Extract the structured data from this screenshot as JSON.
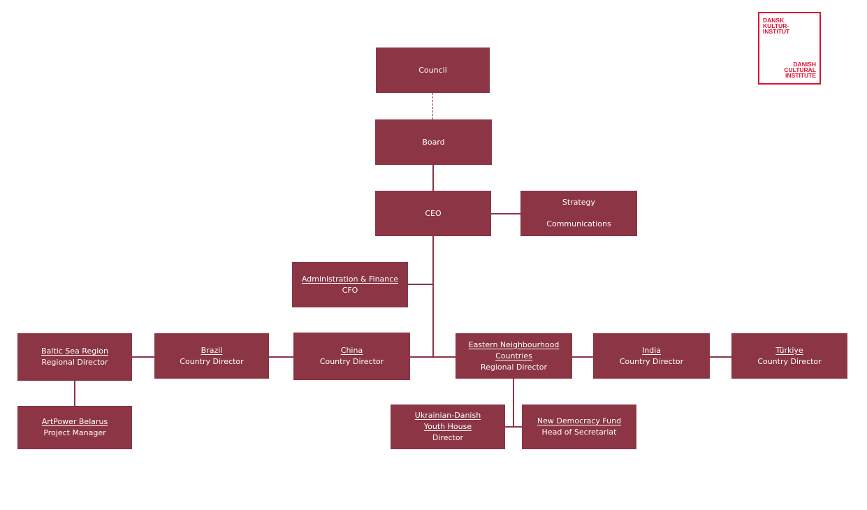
{
  "colors": {
    "box": "#8b3545",
    "line": "#8b3545",
    "logo": "#e0102e",
    "background": "#ffffff"
  },
  "logo": {
    "top_lines": [
      "DANSK",
      "KULTUR-",
      "INSTITUT"
    ],
    "bottom_lines": [
      "DANISH",
      "CULTURAL",
      "INSTITUTE"
    ]
  },
  "council": {
    "label": "Council"
  },
  "board": {
    "label": "Board"
  },
  "ceo": {
    "label": "CEO"
  },
  "strategy": {
    "line1": "Strategy",
    "line2": "Communications"
  },
  "admin": {
    "link": "Administration & Finance ",
    "role": "CFO"
  },
  "baltic": {
    "link": "Baltic Sea Region",
    "role": "Regional Director"
  },
  "brazil": {
    "link": "Brazil",
    "role": "Country Director"
  },
  "china": {
    "link": "China",
    "role": "Country Director"
  },
  "eastern": {
    "link_line1": "Eastern Neighbourhood",
    "link_line2": "Countries",
    "role": "Regional Director"
  },
  "india": {
    "link": "India",
    "role": "Country Director"
  },
  "turkiye": {
    "link": "Türkiye",
    "role": "Country Director"
  },
  "artpower": {
    "link": "ArtPower Belarus",
    "role": "Project Manager"
  },
  "ukrainian": {
    "link_line1": "Ukrainian-Danish ",
    "link_line2": "Youth House",
    "role": "Director"
  },
  "democracy": {
    "link": "New Democracy Fund",
    "role": "Head of Secretariat"
  }
}
